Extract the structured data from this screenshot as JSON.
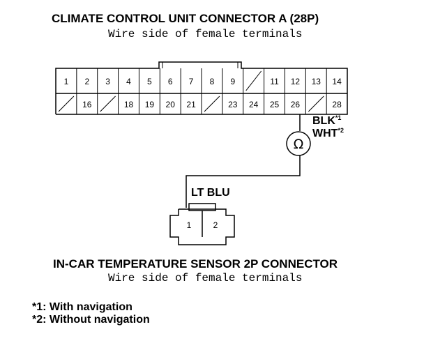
{
  "connector_a": {
    "title": "CLIMATE CONTROL UNIT CONNECTOR A (28P)",
    "subtitle": "Wire side of female terminals",
    "top_row": [
      "1",
      "2",
      "3",
      "4",
      "5",
      "6",
      "7",
      "8",
      "9",
      "",
      "11",
      "12",
      "13",
      "14"
    ],
    "bottom_row": [
      "",
      "16",
      "",
      "18",
      "19",
      "20",
      "21",
      "",
      "23",
      "24",
      "25",
      "26",
      "",
      "28"
    ]
  },
  "wire_a": {
    "color_1": "BLK",
    "sup_1": "*1",
    "color_2": "WHT",
    "sup_2": "*2"
  },
  "meter": {
    "symbol": "Ω"
  },
  "wire_b": {
    "color": "LT BLU"
  },
  "sensor": {
    "pins": [
      "1",
      "2"
    ],
    "title": "IN-CAR TEMPERATURE SENSOR 2P CONNECTOR",
    "subtitle": "Wire side of female terminals"
  },
  "notes": [
    "*1: With navigation",
    "*2: Without navigation"
  ]
}
